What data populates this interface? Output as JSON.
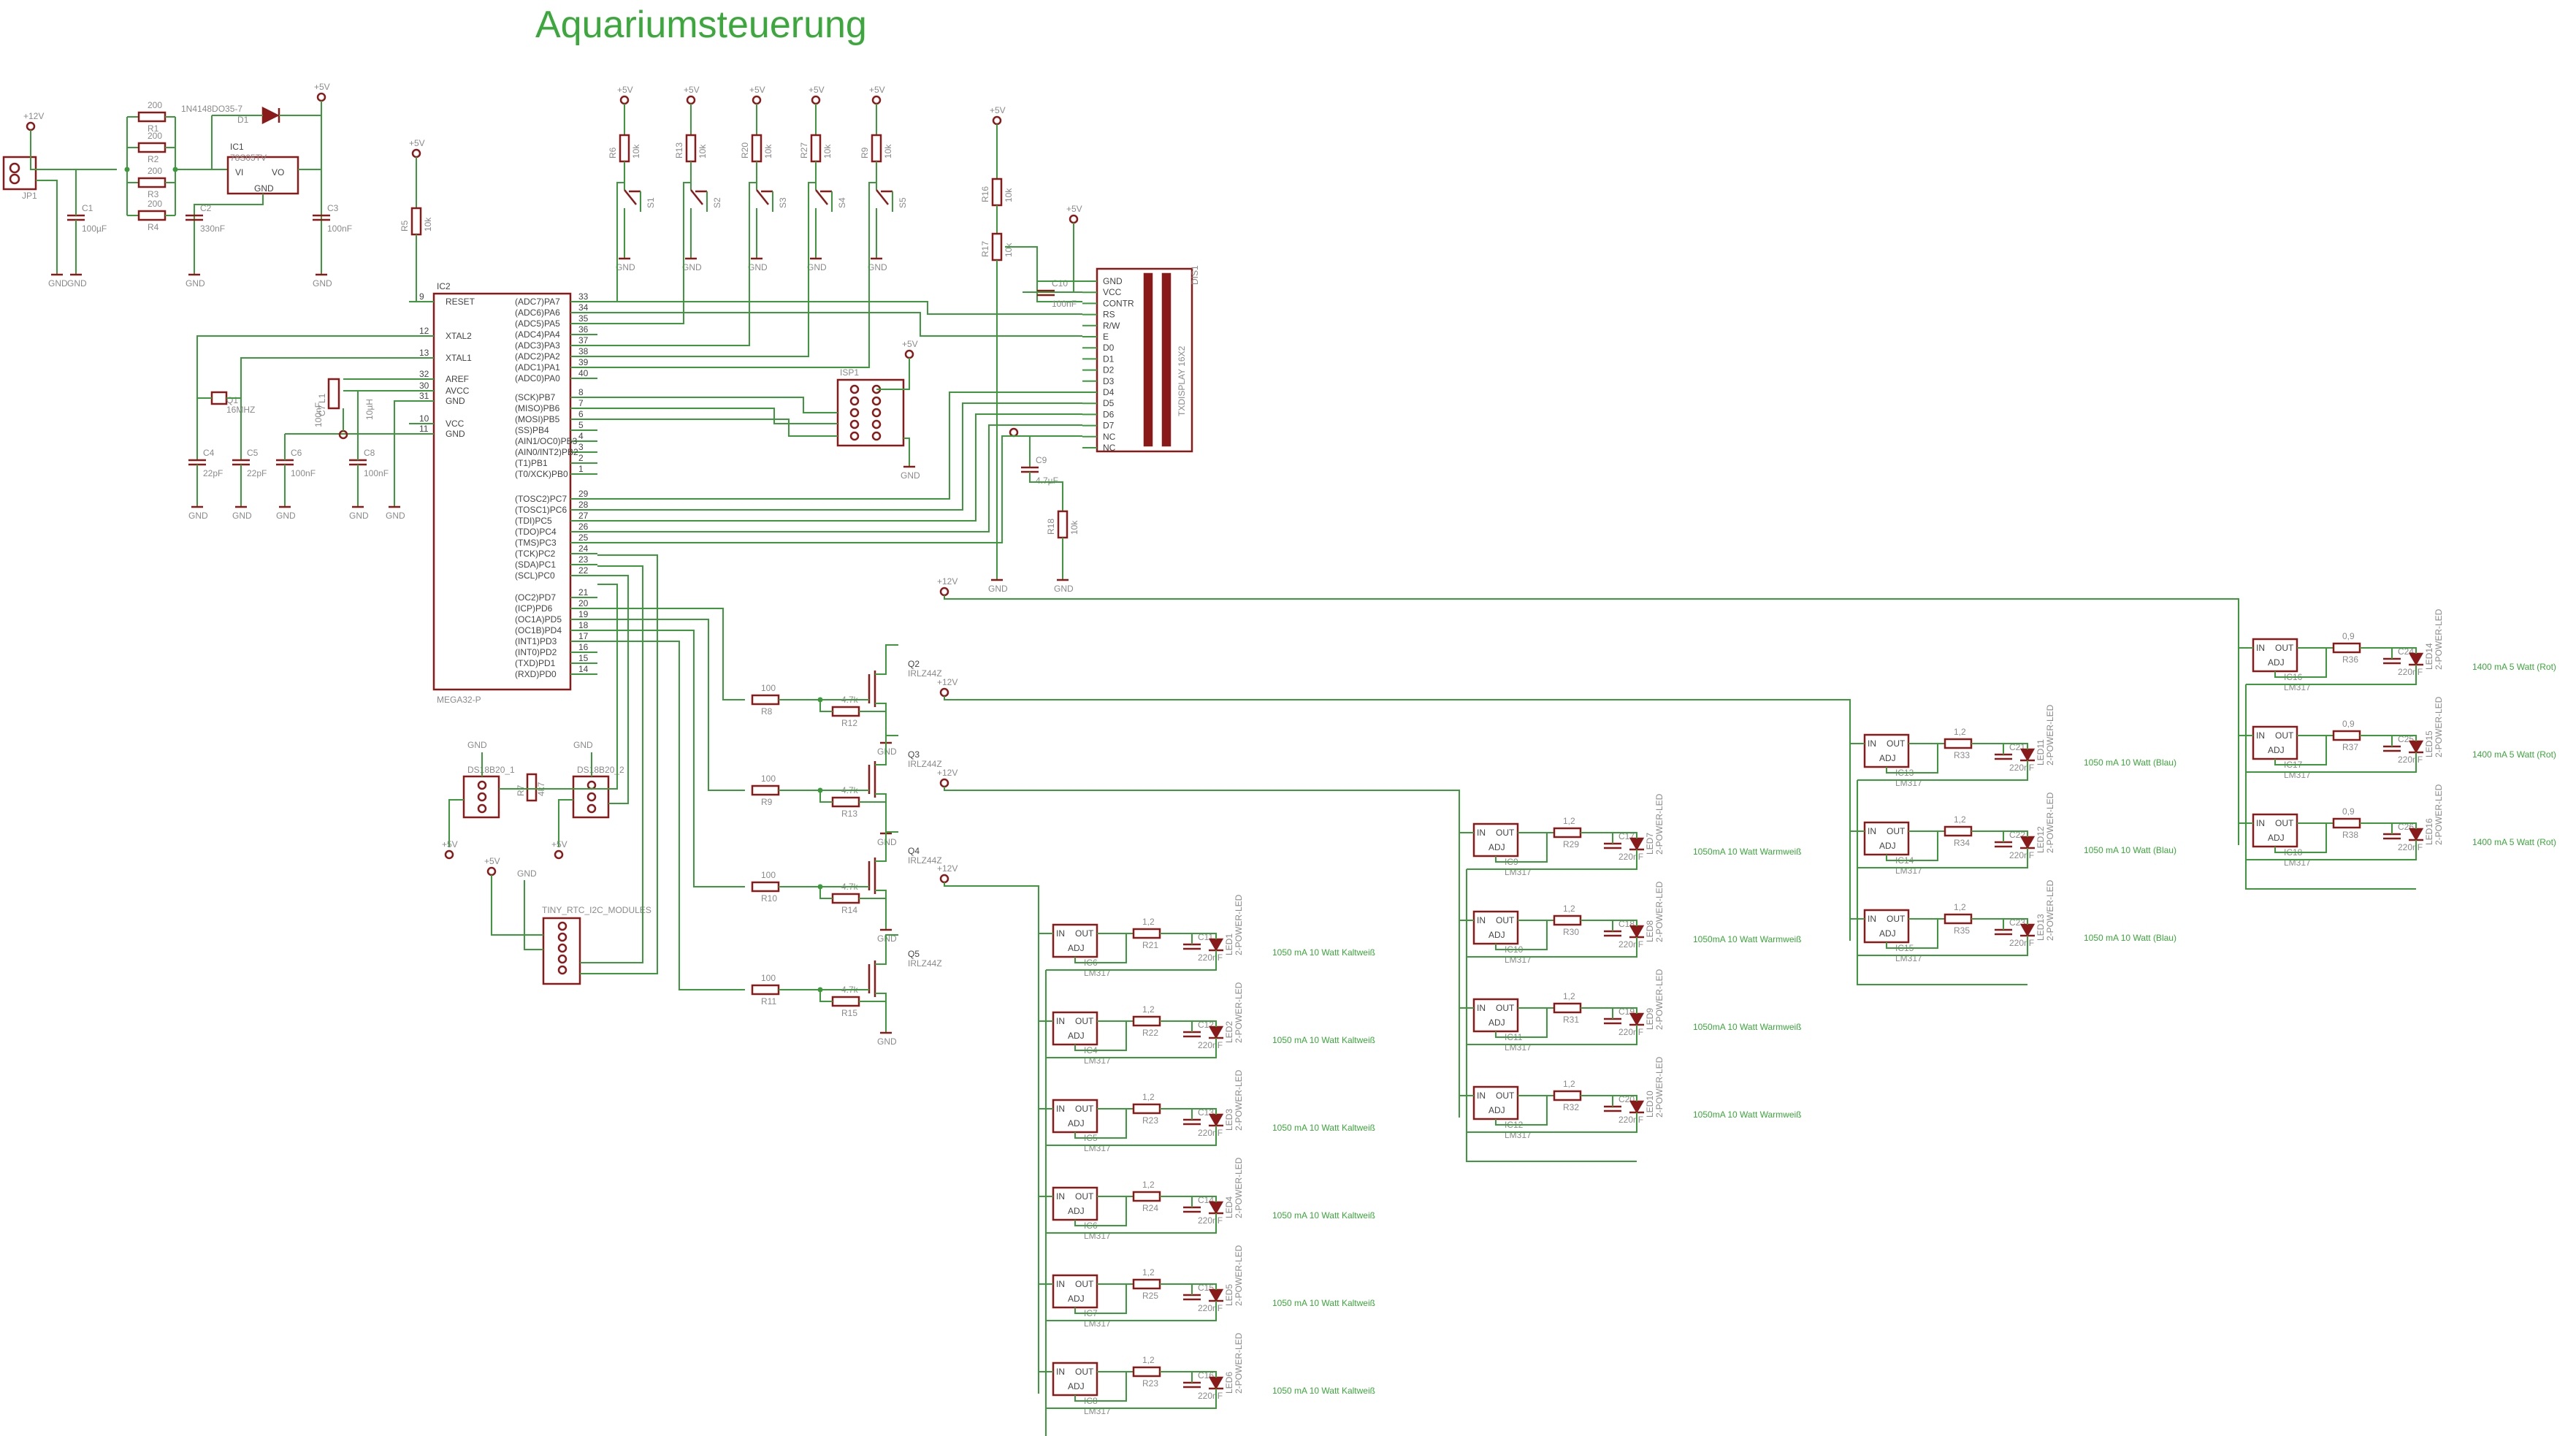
{
  "title": "Aquariumsteuerung",
  "mcu": {
    "name": "IC2",
    "value": "MEGA32-P",
    "left_pins": [
      {
        "num": "9",
        "name": "RESET"
      },
      {
        "num": "12",
        "name": "XTAL2"
      },
      {
        "num": "13",
        "name": "XTAL1"
      },
      {
        "num": "32",
        "name": "AREF"
      },
      {
        "num": "30",
        "name": "AVCC"
      },
      {
        "num": "31",
        "name": "GND"
      },
      {
        "num": "10",
        "name": "VCC"
      },
      {
        "num": "11",
        "name": "GND"
      }
    ],
    "right_pins": [
      {
        "num": "33",
        "name": "(ADC7)PA7"
      },
      {
        "num": "34",
        "name": "(ADC6)PA6"
      },
      {
        "num": "35",
        "name": "(ADC5)PA5"
      },
      {
        "num": "36",
        "name": "(ADC4)PA4"
      },
      {
        "num": "37",
        "name": "(ADC3)PA3"
      },
      {
        "num": "38",
        "name": "(ADC2)PA2"
      },
      {
        "num": "39",
        "name": "(ADC1)PA1"
      },
      {
        "num": "40",
        "name": "(ADC0)PA0"
      },
      {
        "num": "8",
        "name": "(SCK)PB7"
      },
      {
        "num": "7",
        "name": "(MISO)PB6"
      },
      {
        "num": "6",
        "name": "(MOSI)PB5"
      },
      {
        "num": "5",
        "name": "(SS)PB4"
      },
      {
        "num": "4",
        "name": "(AIN1/OC0)PB3"
      },
      {
        "num": "3",
        "name": "(AIN0/INT2)PB2"
      },
      {
        "num": "2",
        "name": "(T1)PB1"
      },
      {
        "num": "1",
        "name": "(T0/XCK)PB0"
      },
      {
        "num": "29",
        "name": "(TOSC2)PC7"
      },
      {
        "num": "28",
        "name": "(TOSC1)PC6"
      },
      {
        "num": "27",
        "name": "(TDI)PC5"
      },
      {
        "num": "26",
        "name": "(TDO)PC4"
      },
      {
        "num": "25",
        "name": "(TMS)PC3"
      },
      {
        "num": "24",
        "name": "(TCK)PC2"
      },
      {
        "num": "23",
        "name": "(SDA)PC1"
      },
      {
        "num": "22",
        "name": "(SCL)PC0"
      },
      {
        "num": "21",
        "name": "(OC2)PD7"
      },
      {
        "num": "20",
        "name": "(ICP)PD6"
      },
      {
        "num": "19",
        "name": "(OC1A)PD5"
      },
      {
        "num": "18",
        "name": "(OC1B)PD4"
      },
      {
        "num": "17",
        "name": "(INT1)PD3"
      },
      {
        "num": "16",
        "name": "(INT0)PD2"
      },
      {
        "num": "15",
        "name": "(TXD)PD1"
      },
      {
        "num": "14",
        "name": "(RXD)PD0"
      }
    ]
  },
  "power": {
    "jp1": "JP1",
    "jp1_net": "+12V",
    "diode": "1N4148DO35-7",
    "diode_ref": "D1",
    "regulator": "IC1",
    "regulator_value": "78S05TV",
    "reg_pins": {
      "vi": "VI",
      "vo": "VO",
      "gnd": "GND"
    },
    "resistors": [
      {
        "ref": "R1",
        "value": "200"
      },
      {
        "ref": "R2",
        "value": "200"
      },
      {
        "ref": "R3",
        "value": "200"
      },
      {
        "ref": "R4",
        "value": "200"
      }
    ],
    "c1": {
      "ref": "C1",
      "value": "100µF"
    },
    "c2": {
      "ref": "C2",
      "value": "330nF"
    },
    "c3": {
      "ref": "C3",
      "value": "100nF"
    }
  },
  "nets": {
    "gnd": "GND",
    "p5": "+5V",
    "p12": "+12V"
  },
  "crystal": {
    "ref": "Q1",
    "value": "16MHZ"
  },
  "clock_caps": [
    {
      "ref": "C4",
      "value": "22pF"
    },
    {
      "ref": "C5",
      "value": "22pF"
    },
    {
      "ref": "C6",
      "value": "100nF"
    }
  ],
  "filter": {
    "l1": "L1",
    "l1_value": "10µH",
    "c7": "C7",
    "c7_value": "100nF",
    "c8": "C8",
    "c8_value": "100nF"
  },
  "reset_res": {
    "ref": "R5",
    "value": "10k"
  },
  "buttons": [
    {
      "res": "R6",
      "value": "10k",
      "sw": "S1"
    },
    {
      "res": "R13",
      "value": "10k",
      "sw": "S2"
    },
    {
      "res": "R20",
      "value": "10k",
      "sw": "S3"
    },
    {
      "res": "R27",
      "value": "10k",
      "sw": "S4"
    },
    {
      "res": "R9",
      "value": "10k",
      "sw": "S5"
    }
  ],
  "isp": {
    "ref": "ISP1"
  },
  "lcd": {
    "ref": "DIS1",
    "value": "TXDISPLAY 16X2",
    "pins": [
      "GND",
      "VCC",
      "CONTR",
      "RS",
      "R/W",
      "E",
      "D0",
      "D1",
      "D2",
      "D3",
      "D4",
      "D5",
      "D6",
      "D7",
      "NC",
      "NC"
    ],
    "pot": {
      "ref": "R17",
      "value": "10k"
    },
    "r16": {
      "ref": "R16",
      "value": "10k"
    },
    "c10": {
      "ref": "C10",
      "value": "100nF"
    },
    "c9": {
      "ref": "C9",
      "value": "4.7µF"
    },
    "r18": {
      "ref": "R18",
      "value": "10k"
    }
  },
  "sensors": {
    "ds1": "DS18B20_1",
    "ds2": "DS18B20_2",
    "r7": {
      "ref": "R7",
      "value": "4k7"
    },
    "i2c": "TINY_RTC_I2C_MODULES"
  },
  "mosfets": [
    {
      "ref": "Q2",
      "value": "IRLZ44Z",
      "rg": "R8",
      "rg_value": "100",
      "rpd": "R12",
      "rpd_value": "4.7k"
    },
    {
      "ref": "Q3",
      "value": "IRLZ44Z",
      "rg": "R9",
      "rg_value": "100",
      "rpd": "R13",
      "rpd_value": "4.7k"
    },
    {
      "ref": "Q4",
      "value": "IRLZ44Z",
      "rg": "R10",
      "rg_value": "100",
      "rpd": "R14",
      "rpd_value": "4.7k"
    },
    {
      "ref": "Q5",
      "value": "IRLZ44Z",
      "rg": "R11",
      "rg_value": "100",
      "rpd": "R15",
      "rpd_value": "4.7k"
    }
  ],
  "reg_pin_labels": {
    "in": "IN",
    "out": "OUT",
    "adj": "ADJ"
  },
  "led_part": "2-POWER-LED",
  "driver_groups": [
    {
      "drivers": [
        {
          "ic": "IC6",
          "value": "LM317",
          "r": "R21",
          "rv": "1,2",
          "c": "C11",
          "cv": "220nF",
          "led": "LED1",
          "label": "1050 mA 10 Watt Kaltweiß"
        },
        {
          "ic": "IC4",
          "value": "LM317",
          "r": "R22",
          "rv": "1,2",
          "c": "C12",
          "cv": "220nF",
          "led": "LED2",
          "label": "1050 mA 10 Watt Kaltweiß"
        },
        {
          "ic": "IC5",
          "value": "LM317",
          "r": "R23",
          "rv": "1,2",
          "c": "C13",
          "cv": "220nF",
          "led": "LED3",
          "label": "1050 mA 10 Watt Kaltweiß"
        },
        {
          "ic": "IC6",
          "value": "LM317",
          "r": "R24",
          "rv": "1,2",
          "c": "C14",
          "cv": "220nF",
          "led": "LED4",
          "label": "1050 mA 10 Watt Kaltweiß"
        },
        {
          "ic": "IC7",
          "value": "LM317",
          "r": "R25",
          "rv": "1,2",
          "c": "C15",
          "cv": "220nF",
          "led": "LED5",
          "label": "1050 mA 10 Watt Kaltweiß"
        },
        {
          "ic": "IC8",
          "value": "LM317",
          "r": "R23",
          "rv": "1,2",
          "c": "C16",
          "cv": "220nF",
          "led": "LED6",
          "label": "1050 mA 10 Watt Kaltweiß"
        }
      ]
    },
    {
      "drivers": [
        {
          "ic": "IC9",
          "value": "LM317",
          "r": "R29",
          "rv": "1,2",
          "c": "C17",
          "cv": "220nF",
          "led": "LED7",
          "label": "1050mA 10 Watt Warmweiß"
        },
        {
          "ic": "IC10",
          "value": "LM317",
          "r": "R30",
          "rv": "1,2",
          "c": "C18",
          "cv": "220nF",
          "led": "LED8",
          "label": "1050mA 10 Watt Warmweiß"
        },
        {
          "ic": "IC11",
          "value": "LM317",
          "r": "R31",
          "rv": "1,2",
          "c": "C19",
          "cv": "220nF",
          "led": "LED9",
          "label": "1050mA 10 Watt Warmweiß"
        },
        {
          "ic": "IC12",
          "value": "LM317",
          "r": "R32",
          "rv": "1,2",
          "c": "C20",
          "cv": "220nF",
          "led": "LED10",
          "label": "1050mA 10 Watt Warmweiß"
        }
      ]
    },
    {
      "drivers": [
        {
          "ic": "IC13",
          "value": "LM317",
          "r": "R33",
          "rv": "1,2",
          "c": "C21",
          "cv": "220nF",
          "led": "LED11",
          "label": "1050 mA 10 Watt (Blau)"
        },
        {
          "ic": "IC14",
          "value": "LM317",
          "r": "R34",
          "rv": "1,2",
          "c": "C22",
          "cv": "220nF",
          "led": "LED12",
          "label": "1050 mA 10 Watt (Blau)"
        },
        {
          "ic": "IC15",
          "value": "LM317",
          "r": "R35",
          "rv": "1,2",
          "c": "C23",
          "cv": "220nF",
          "led": "LED13",
          "label": "1050 mA 10 Watt (Blau)"
        }
      ]
    },
    {
      "drivers": [
        {
          "ic": "IC16",
          "value": "LM317",
          "r": "R36",
          "rv": "0,9",
          "c": "C24",
          "cv": "220nF",
          "led": "LED14",
          "label": "1400 mA 5 Watt (Rot)"
        },
        {
          "ic": "IC17",
          "value": "LM317",
          "r": "R37",
          "rv": "0,9",
          "c": "C25",
          "cv": "220nF",
          "led": "LED15",
          "label": "1400 mA 5 Watt (Rot)"
        },
        {
          "ic": "IC18",
          "value": "LM317",
          "r": "R38",
          "rv": "0,9",
          "c": "C26",
          "cv": "220nF",
          "led": "LED16",
          "label": "1400 mA 5 Watt (Rot)"
        }
      ]
    }
  ]
}
